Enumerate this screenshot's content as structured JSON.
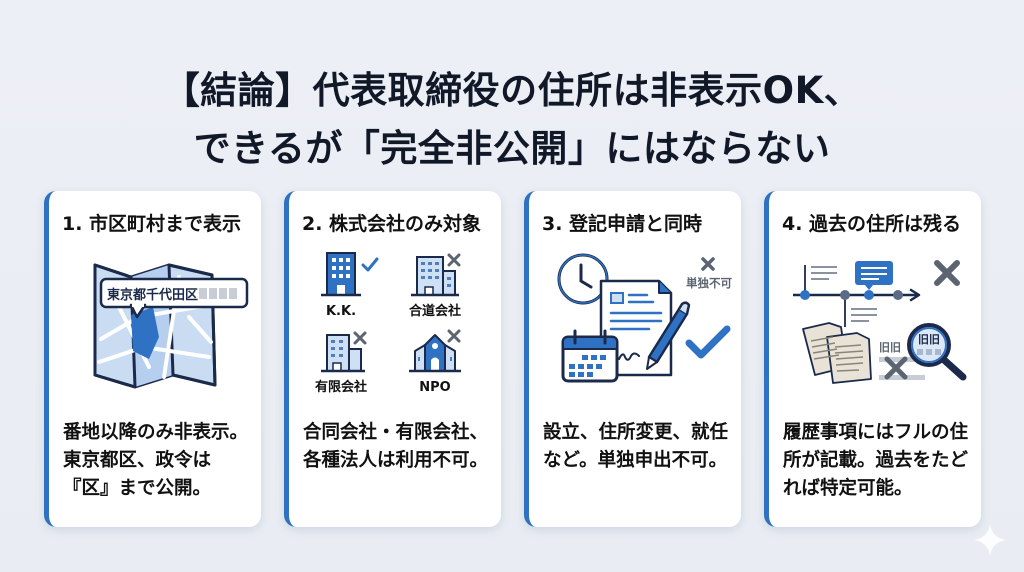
{
  "title": {
    "line1": "【結論】代表取締役の住所は非表示OK、",
    "line2": "できるが「完全非公開」にはならない"
  },
  "colors": {
    "accent": "#2f72c4",
    "dark_navy": "#1b2a4a",
    "light_blue": "#cfe0f4",
    "gray_x": "#5b6470",
    "background": "#eceff5"
  },
  "cards": [
    {
      "title": "1. 市区町村まで表示",
      "icon": "map-with-address-callout-icon",
      "illustration": {
        "callout_text": "東京都千代田区",
        "masked_suffix": "████"
      },
      "text": "番地以降のみ非表示。東京都区、政令は『区』まで公開。"
    },
    {
      "title": "2. 株式会社のみ対象",
      "icon": "company-types-icon",
      "illustration": {
        "entities": [
          {
            "label": "K.K.",
            "status": "check"
          },
          {
            "label": "合道会社",
            "status": "cross"
          },
          {
            "label": "有限会社",
            "status": "cross"
          },
          {
            "label": "NPO",
            "status": "cross"
          }
        ]
      },
      "text": "合同会社・有限会社、各種法人は利用不可。"
    },
    {
      "title": "3. 登記申請と同時",
      "icon": "registration-documents-icon",
      "illustration": {
        "cross_label": "単独不可"
      },
      "text": "設立、住所変更、就任など。単独申出不可。"
    },
    {
      "title": "4. 過去の住所は残る",
      "icon": "history-timeline-magnifier-icon",
      "illustration": {
        "old_label": "旧旧",
        "magnifier_label": "旧旧"
      },
      "text": "履歴事項にはフルの住所が記載。過去をたどれば特定可能。"
    }
  ]
}
